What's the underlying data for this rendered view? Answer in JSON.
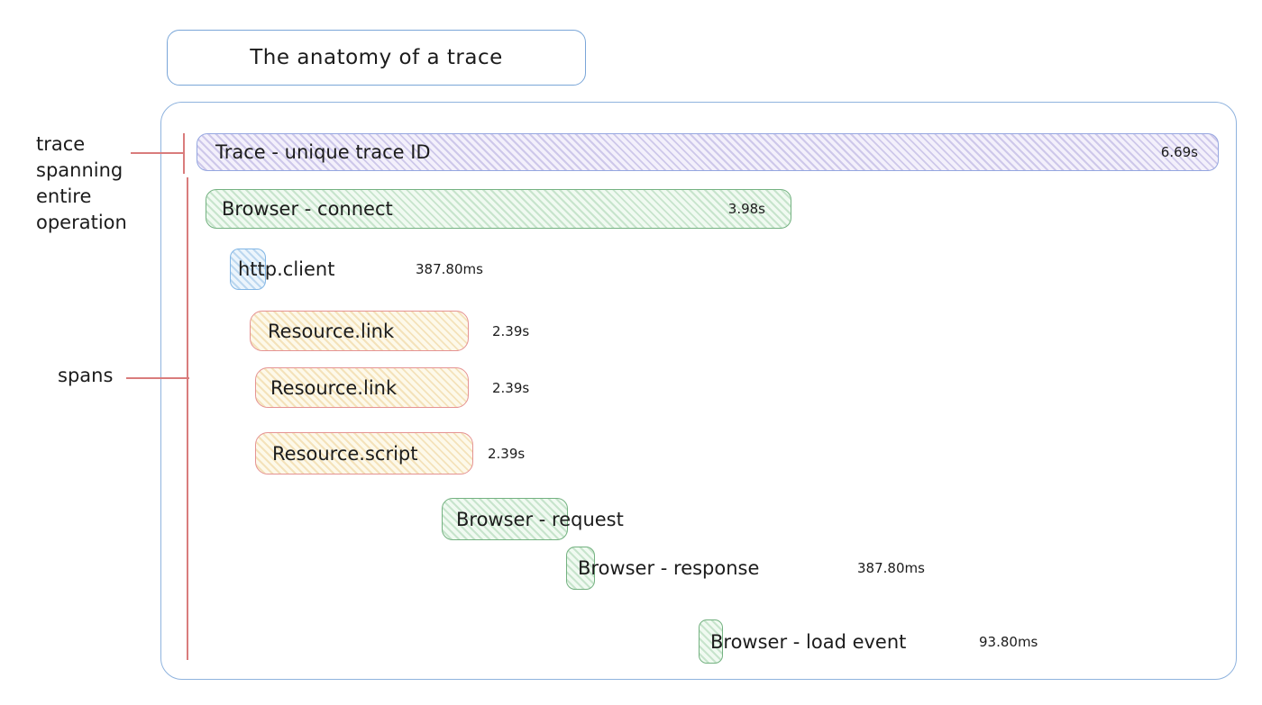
{
  "title": "The anatomy of a trace",
  "annotations": {
    "trace_lines": [
      "trace",
      "spanning",
      "entire",
      "operation"
    ],
    "spans_label": "spans"
  },
  "trace_bar": {
    "label": "Trace - unique trace ID",
    "duration": "6.69s"
  },
  "spans": [
    {
      "id": "browser-connect",
      "label": "Browser - connect",
      "duration": "3.98s",
      "color": "green"
    },
    {
      "id": "http-client",
      "label": "http.client",
      "duration": "387.80ms",
      "color": "blue"
    },
    {
      "id": "resource-link-1",
      "label": "Resource.link",
      "duration": "2.39s",
      "color": "yellow"
    },
    {
      "id": "resource-link-2",
      "label": "Resource.link",
      "duration": "2.39s",
      "color": "yellow"
    },
    {
      "id": "resource-script",
      "label": "Resource.script",
      "duration": "2.39s",
      "color": "yellow"
    },
    {
      "id": "browser-request",
      "label": "Browser - request",
      "color": "green"
    },
    {
      "id": "browser-response",
      "label": "Browser - response",
      "duration": "387.80ms",
      "color": "green"
    },
    {
      "id": "browser-load-event",
      "label": "Browser - load event",
      "duration": "93.80ms",
      "color": "green"
    }
  ],
  "colors": {
    "container_border": "#8fb3de",
    "title_border": "#7aa6d8",
    "trace_border": "#95a7e0",
    "green_border": "#74b281",
    "blue_border": "#83b7e6",
    "yellow_border": "#e59393",
    "annotation_line": "#d97c7c",
    "text": "#1c1c1c"
  }
}
